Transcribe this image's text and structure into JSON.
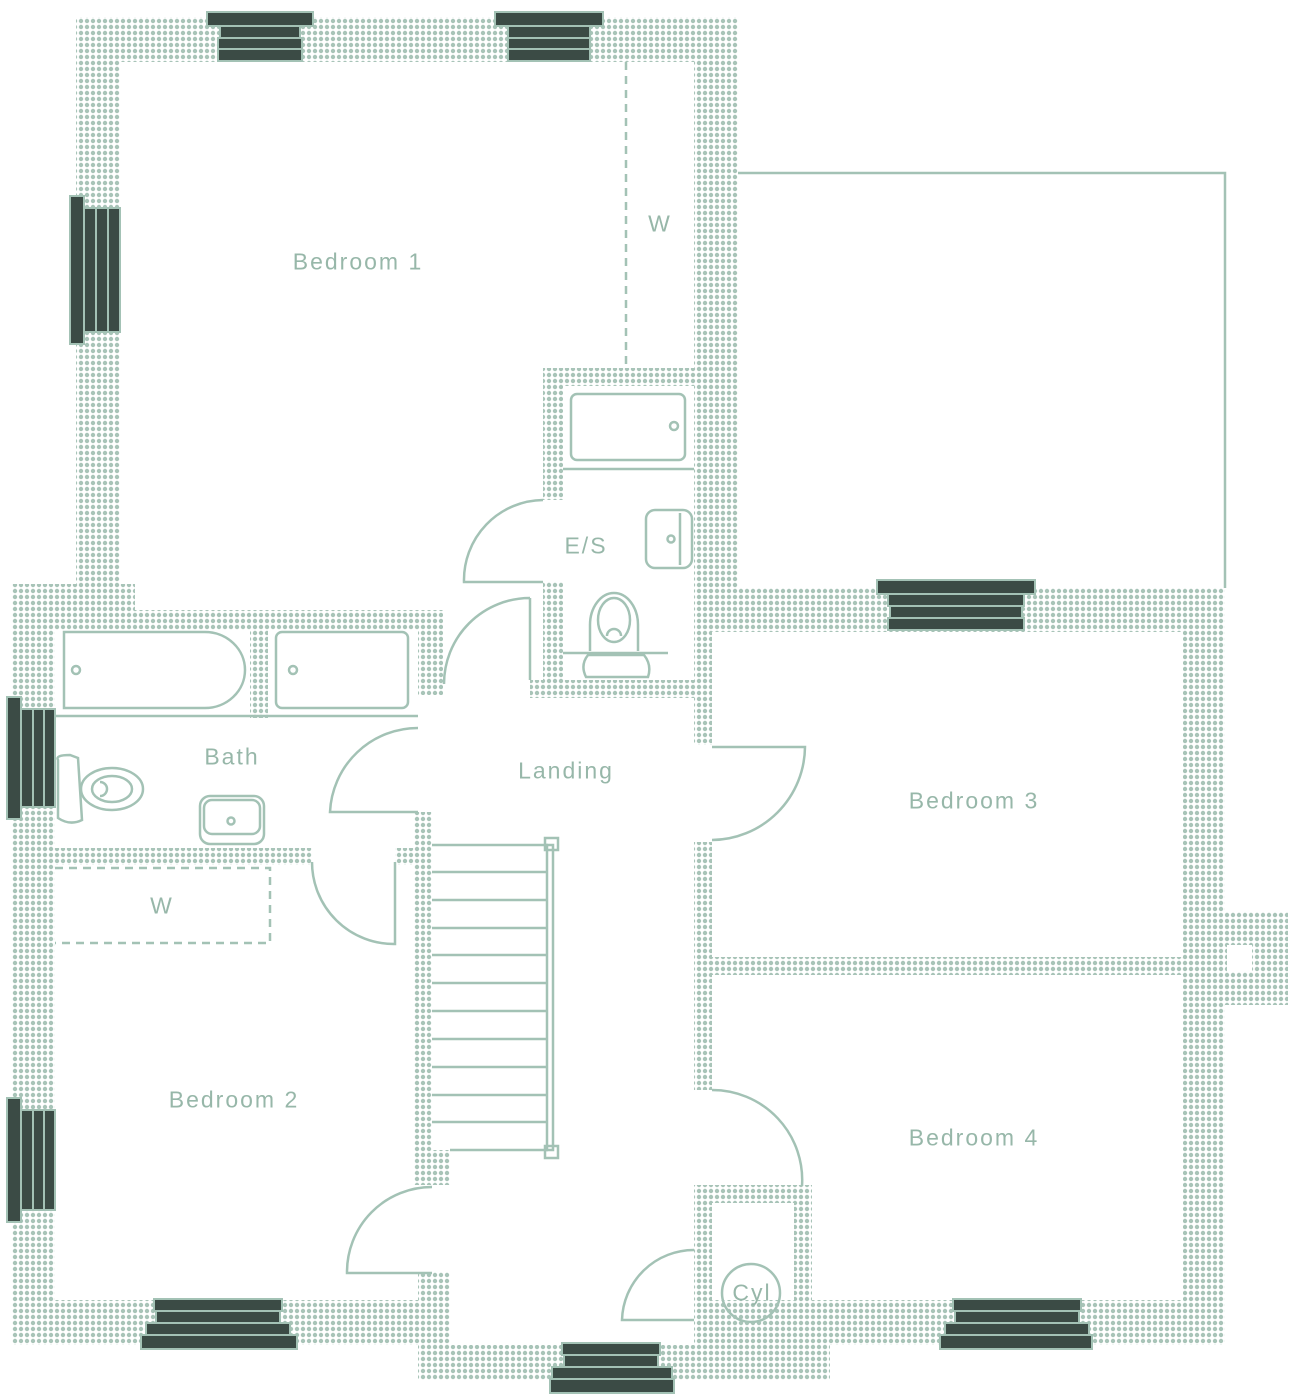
{
  "title": "First Floor Plan",
  "colors": {
    "wall_dots": "#a8c4b8",
    "window": "#3b4b45",
    "line": "#a3c2b5",
    "label": "#97b7a9"
  },
  "rooms": {
    "bedroom1": "Bedroom 1",
    "wardrobe1": "W",
    "ensuite": "E/S",
    "bath": "Bath",
    "landing": "Landing",
    "bedroom3": "Bedroom 3",
    "wardrobe2": "W",
    "bedroom2": "Bedroom 2",
    "bedroom4": "Bedroom 4",
    "cylinder": "Cyl"
  }
}
